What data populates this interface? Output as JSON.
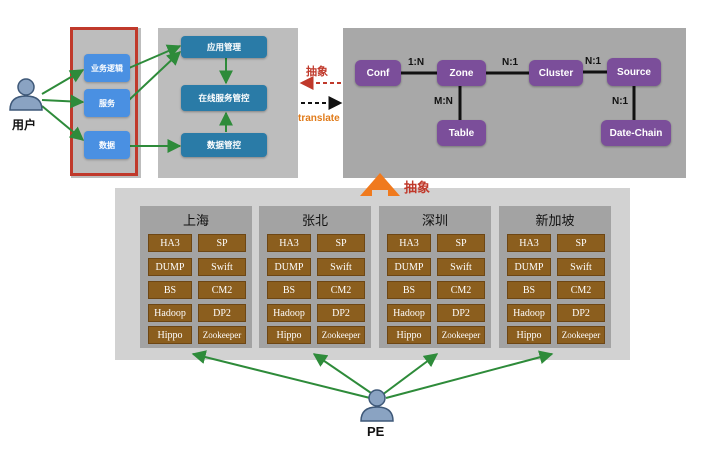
{
  "actors": {
    "user_label": "用户",
    "pe_label": "PE"
  },
  "user_panel": {
    "buttons": [
      "业务逻辑",
      "服务",
      "数据"
    ]
  },
  "control_panel": {
    "buttons": [
      "应用管理",
      "在线服务管控",
      "数据管控"
    ]
  },
  "abstraction": {
    "nodes": {
      "conf": "Conf",
      "zone": "Zone",
      "cluster": "Cluster",
      "source": "Source",
      "table": "Table",
      "data_chain": "Date-Chain"
    },
    "relations": {
      "conf_zone": "1:N",
      "zone_cluster": "N:1",
      "cluster_source": "N:1",
      "zone_table": "M:N",
      "source_chain": "N:1"
    },
    "arrow_abstract_label": "抽象",
    "arrow_translate_label": "translate",
    "up_arrow_label": "抽象"
  },
  "regions": [
    {
      "name": "上海",
      "services": [
        "HA3",
        "SP",
        "DUMP",
        "Swift",
        "BS",
        "CM2",
        "Hadoop",
        "DP2",
        "Hippo",
        "Zookeeper"
      ]
    },
    {
      "name": "张北",
      "services": [
        "HA3",
        "SP",
        "DUMP",
        "Swift",
        "BS",
        "CM2",
        "Hadoop",
        "DP2",
        "Hippo",
        "Zookeeper"
      ]
    },
    {
      "name": "深圳",
      "services": [
        "HA3",
        "SP",
        "DUMP",
        "Swift",
        "BS",
        "CM2",
        "Hadoop",
        "DP2",
        "Hippo",
        "Zookeeper"
      ]
    },
    {
      "name": "新加坡",
      "services": [
        "HA3",
        "SP",
        "DUMP",
        "Swift",
        "BS",
        "CM2",
        "Hadoop",
        "DP2",
        "Hippo",
        "Zookeeper"
      ]
    }
  ],
  "colors": {
    "arrow_green": "#2e8b3a",
    "highlight_red": "#c0392b",
    "purple": "#7b4e9a",
    "service_brown": "#8b5e1e",
    "orange": "#f07a1e"
  }
}
